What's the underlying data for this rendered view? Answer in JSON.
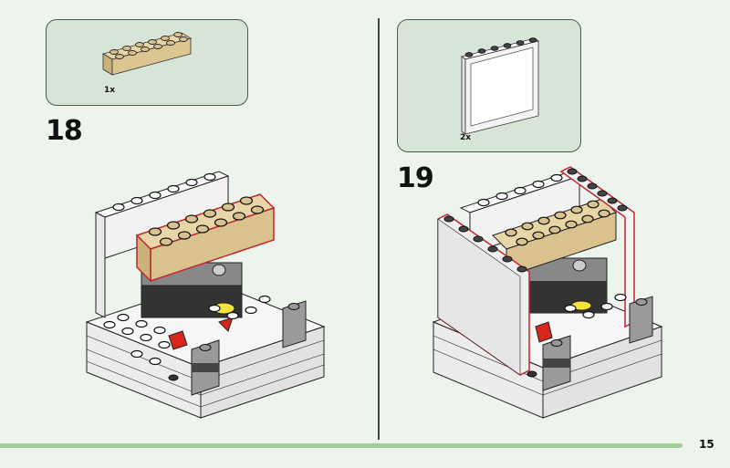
{
  "page": {
    "number": "15",
    "progress_fraction": 0.935
  },
  "steps": [
    {
      "number": "18",
      "parts_needed": [
        {
          "part": "tan 2x6 brick",
          "quantity": "1x"
        }
      ]
    },
    {
      "number": "19",
      "parts_needed": [
        {
          "part": "white 1x6x5 panel",
          "quantity": "2x"
        }
      ]
    }
  ],
  "colors": {
    "background": "#ecf4ec",
    "callout": "#d6e5d8",
    "progress": "#a3cd98",
    "highlight": "#c0272d",
    "tan": "#d9c28e"
  }
}
